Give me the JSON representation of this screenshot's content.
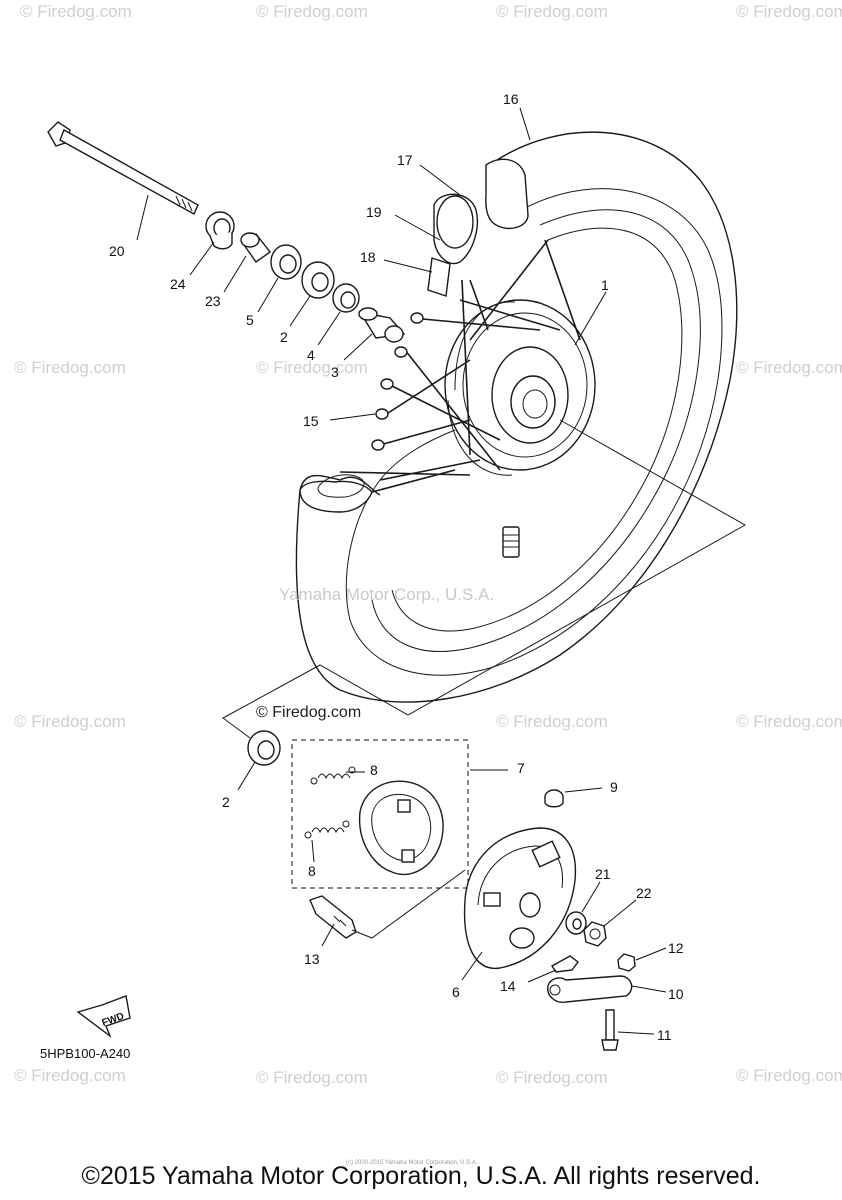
{
  "watermark": "© Firedog.com",
  "center_watermark": "Yamaha Motor Corp., U.S.A.",
  "diagram_copyright": "© Firedog.com",
  "diagram_code": "5HPB100-A240",
  "fwd_label": "FWD",
  "footer": "©2015 Yamaha Motor Corporation, U.S.A. All rights reserved.",
  "fine_print": "(c) 2000-2015 Yamaha Motor Corporation, U.S.A.",
  "parts": {
    "p1": "1",
    "p2a": "2",
    "p2b": "2",
    "p3": "3",
    "p4": "4",
    "p5": "5",
    "p6": "6",
    "p7": "7",
    "p8a": "8",
    "p8b": "8",
    "p9": "9",
    "p10": "10",
    "p11": "11",
    "p12": "12",
    "p13": "13",
    "p14": "14",
    "p15": "15",
    "p16": "16",
    "p17": "17",
    "p18": "18",
    "p19": "19",
    "p20": "20",
    "p21": "21",
    "p22": "22",
    "p23": "23",
    "p24": "24"
  }
}
